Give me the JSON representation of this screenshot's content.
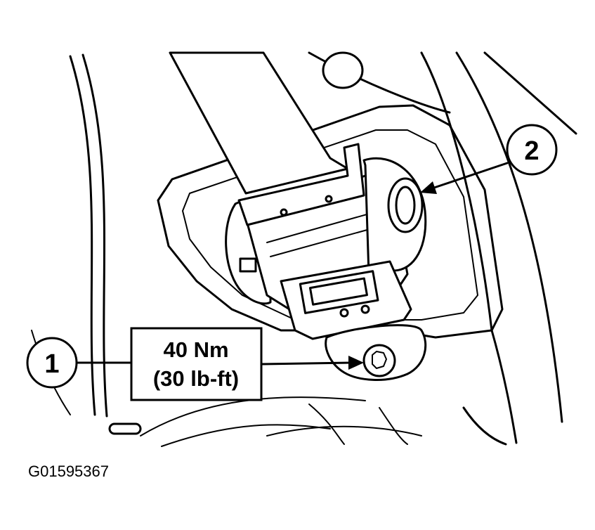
{
  "callouts": [
    {
      "id": "1",
      "label": "1"
    },
    {
      "id": "2",
      "label": "2"
    }
  ],
  "torque": {
    "line1": "40 Nm",
    "line2": "(30 lb-ft)"
  },
  "figure_code": "G01595367"
}
